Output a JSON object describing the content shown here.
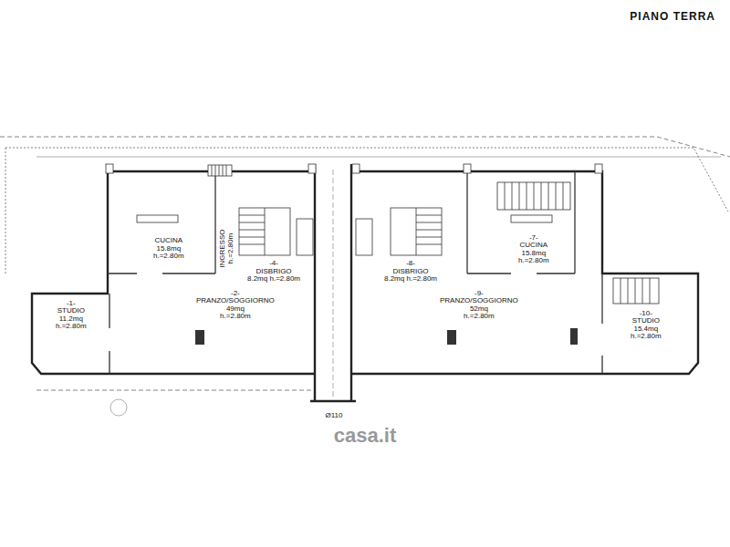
{
  "diagram": {
    "title": "PIANO TERRA",
    "nodes": [
      {
        "text": [
          "CUCINA",
          "15.8mq",
          "h.=2.80m"
        ]
      },
      {
        "text": [
          "INGRESSO",
          "h.=2.80m"
        ]
      },
      {
        "text": [
          "-4-",
          "DISBRIGO",
          "8.2mq h.=2.80m"
        ]
      },
      {
        "text": [
          "-8-",
          "DISBRIGO",
          "8.2mq h.=2.80m"
        ]
      },
      {
        "text": [
          "-7-",
          "CUCINA",
          "15.8mq",
          "h.=2.80m"
        ]
      },
      {
        "text": [
          "-1-",
          "STUDIO",
          "11.2mq",
          "h.=2.80m"
        ]
      },
      {
        "text": [
          "-2-",
          "PRANZO/SOGGIORNO",
          "49mq",
          "h.=2.80m"
        ]
      },
      {
        "text": [
          "-9-",
          "PRANZO/SOGGIORNO",
          "52mq",
          "h.=2.80m"
        ]
      },
      {
        "text": [
          "-10-",
          "STUDIO",
          "15.4mq",
          "h.=2.80m"
        ]
      }
    ],
    "labels": [
      "Ø110",
      "casa.it"
    ]
  }
}
